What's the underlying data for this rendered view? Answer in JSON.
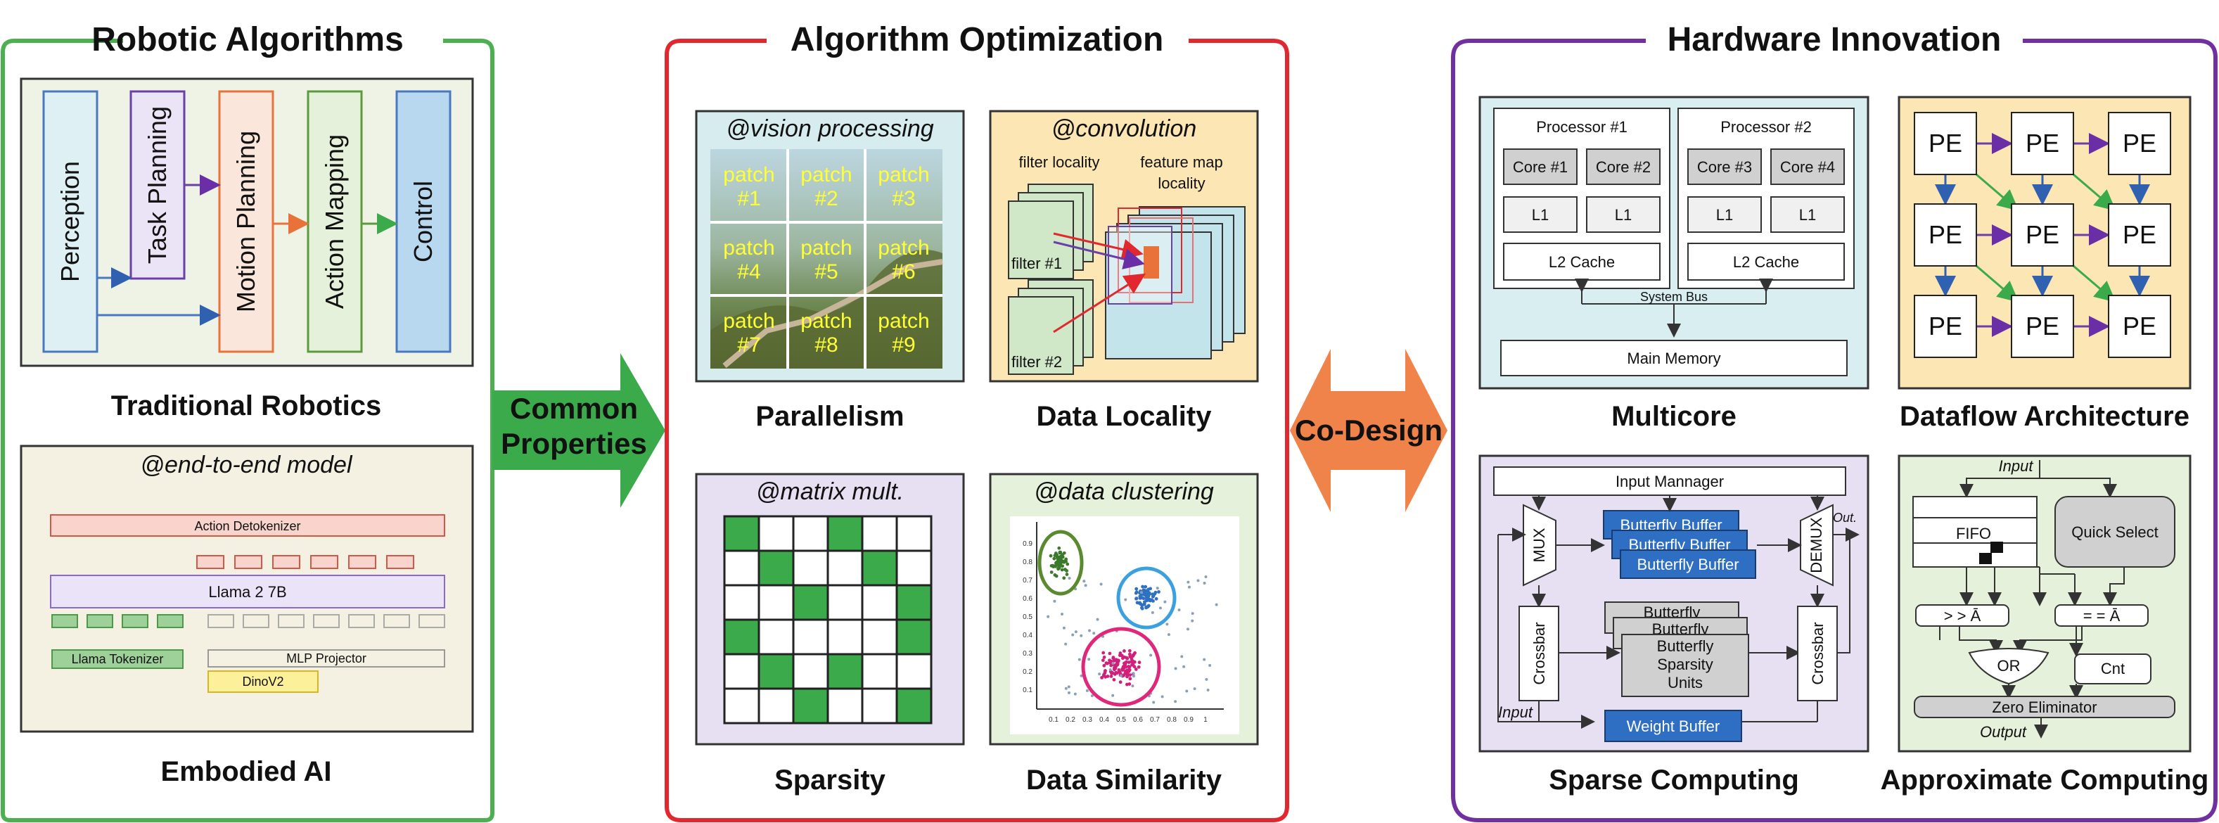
{
  "left": {
    "title": "Robotic Algorithms",
    "pipeline": [
      "Perception",
      "Task Planning",
      "Motion Planning",
      "Action Mapping",
      "Control"
    ],
    "traditional_label": "Traditional Robotics",
    "e2e_header": "@end-to-end model",
    "action_detokenizer": "Action Detokenizer",
    "llm": "Llama 2 7B",
    "tokenizer": "Llama Tokenizer",
    "projector": "MLP Projector",
    "vision": "DinoV2",
    "embodied_label": "Embodied AI"
  },
  "arrow_common": [
    "Common",
    "Properties"
  ],
  "middle": {
    "title": "Algorithm Optimization",
    "vision_header": "@vision processing",
    "patches": [
      [
        "patch",
        "#1"
      ],
      [
        "patch",
        "#2"
      ],
      [
        "patch",
        "#3"
      ],
      [
        "patch",
        "#4"
      ],
      [
        "patch",
        "#5"
      ],
      [
        "patch",
        "#6"
      ],
      [
        "patch",
        "#7"
      ],
      [
        "patch",
        "#8"
      ],
      [
        "patch",
        "#9"
      ]
    ],
    "parallelism": "Parallelism",
    "conv_header": "@convolution",
    "filter_locality": "filter locality",
    "feature_map_locality": [
      "feature map",
      "locality"
    ],
    "filter1": "filter #1",
    "filter2": "filter #2",
    "data_locality": "Data Locality",
    "matrix_header": "@matrix mult.",
    "sparsity": "Sparsity",
    "cluster_header": "@data clustering",
    "y_ticks": [
      "0.9",
      "0.8",
      "0.7",
      "0.6",
      "0.5",
      "0.4",
      "0.3",
      "0.2",
      "0.1"
    ],
    "x_ticks": [
      "0.1",
      "0.2",
      "0.3",
      "0.4",
      "0.5",
      "0.6",
      "0.7",
      "0.8",
      "0.9",
      "1"
    ],
    "data_similarity": "Data Similarity"
  },
  "arrow_codesign": "Co-Design",
  "right": {
    "title": "Hardware Innovation",
    "proc1": "Processor #1",
    "proc2": "Processor #2",
    "cores": [
      "Core #1",
      "Core #2",
      "Core #3",
      "Core #4"
    ],
    "l1": "L1",
    "l2": "L2 Cache",
    "system_bus": "System Bus",
    "main_memory": "Main Memory",
    "multicore": "Multicore",
    "pe": "PE",
    "dataflow": "Dataflow Architecture",
    "input_manager": "Input Mannager",
    "mux": "MUX",
    "demux": "DEMUX",
    "out": "Out.",
    "butterfly_buffer": "Butterfly Buffer",
    "crossbar": "Crossbar",
    "butterfly": "Butterfly",
    "butterfly_units": [
      "Butterfly",
      "Sparsity",
      "Units"
    ],
    "input": "Input",
    "weight_buffer": "Weight Buffer",
    "sparse": "Sparse Computing",
    "ac_input": "Input",
    "fifo": "FIFO",
    "quick_select": "Quick Select",
    "cmp1": "> > Ā",
    "cmp2": "= = Ā",
    "or": "OR",
    "cnt": "Cnt",
    "zero_elim": "Zero Eliminator",
    "output": "Output",
    "approx": "Approximate Computing"
  },
  "colors": {
    "green_frame": "#4caf50",
    "red_frame": "#e0282e",
    "purple_frame": "#7030a0",
    "green_arrow": "#3aaa4a",
    "orange_arrow": "#f0834a",
    "blue_box": "#2e6fc4"
  }
}
